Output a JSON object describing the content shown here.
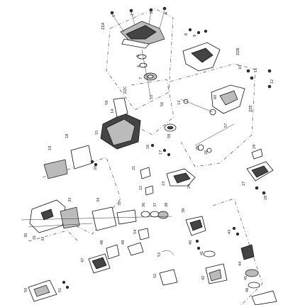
{
  "diagram": {
    "group_labels": [
      "ZZA",
      "ZZB",
      "ZZC",
      "ZZE"
    ],
    "part_labels": [
      "1",
      "2",
      "3",
      "4",
      "5",
      "6",
      "7",
      "8",
      "9",
      "10",
      "11",
      "12",
      "13",
      "14",
      "15",
      "16",
      "17",
      "18",
      "19",
      "20",
      "21",
      "22",
      "23",
      "24",
      "25",
      "26",
      "27",
      "28",
      "29",
      "30",
      "31",
      "32",
      "33",
      "34",
      "35",
      "36",
      "37",
      "38",
      "39",
      "40",
      "41",
      "42",
      "43",
      "44",
      "45",
      "46",
      "47",
      "48",
      "49",
      "50",
      "51",
      "52",
      "53",
      "54",
      "55",
      "56",
      "57",
      "58",
      "59",
      "60"
    ]
  }
}
